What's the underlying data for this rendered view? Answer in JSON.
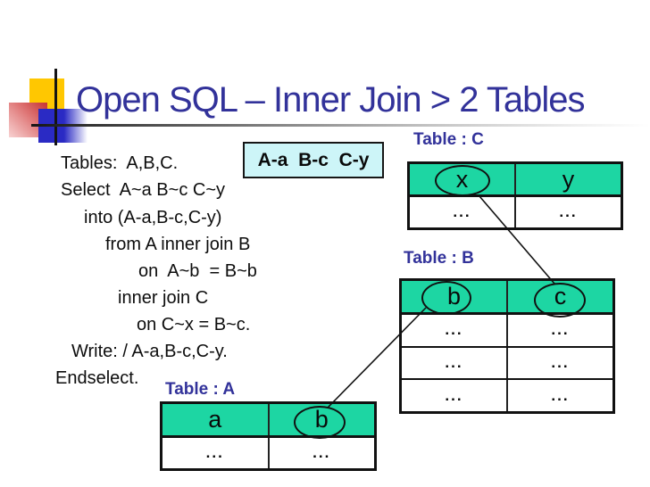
{
  "slide": {
    "title": "Open SQL – Inner Join > 2 Tables"
  },
  "code": {
    "lines": [
      "Tables:  A,B,C.",
      "Select  A~a B~c C~y",
      "into (A-a,B-c,C-y)",
      "from A inner join B",
      "on  A~b  = B~b",
      "inner join C",
      "on C~x = B~c.",
      "Write: / A-a,B-c,C-y.",
      "Endselect."
    ]
  },
  "highlight": {
    "text": "A-a  B-c  C-y"
  },
  "tables": {
    "c": {
      "label": "Table : C",
      "columns": [
        "x",
        "y"
      ],
      "rows": [
        [
          "...",
          "..."
        ]
      ],
      "circled_columns": [
        "x"
      ]
    },
    "b": {
      "label": "Table : B",
      "columns": [
        "b",
        "c"
      ],
      "rows": [
        [
          "...",
          "..."
        ],
        [
          "...",
          "..."
        ],
        [
          "...",
          "..."
        ]
      ],
      "circled_columns": [
        "b",
        "c"
      ]
    },
    "a": {
      "label": "Table : A",
      "columns": [
        "a",
        "b"
      ],
      "rows": [
        [
          "...",
          "..."
        ]
      ],
      "circled_columns": [
        "b"
      ]
    }
  },
  "joins": [
    {
      "from": "C.x",
      "to": "B.c"
    },
    {
      "from": "B.b",
      "to": "A.b"
    }
  ],
  "colors": {
    "title_blue": "#32329a",
    "table_header_green": "#1dd6a3",
    "highlight_cyan": "#cdf5f8",
    "decoration_yellow": "#ffc701",
    "decoration_red": "#c63333",
    "decoration_blue": "#2a2ac4"
  }
}
